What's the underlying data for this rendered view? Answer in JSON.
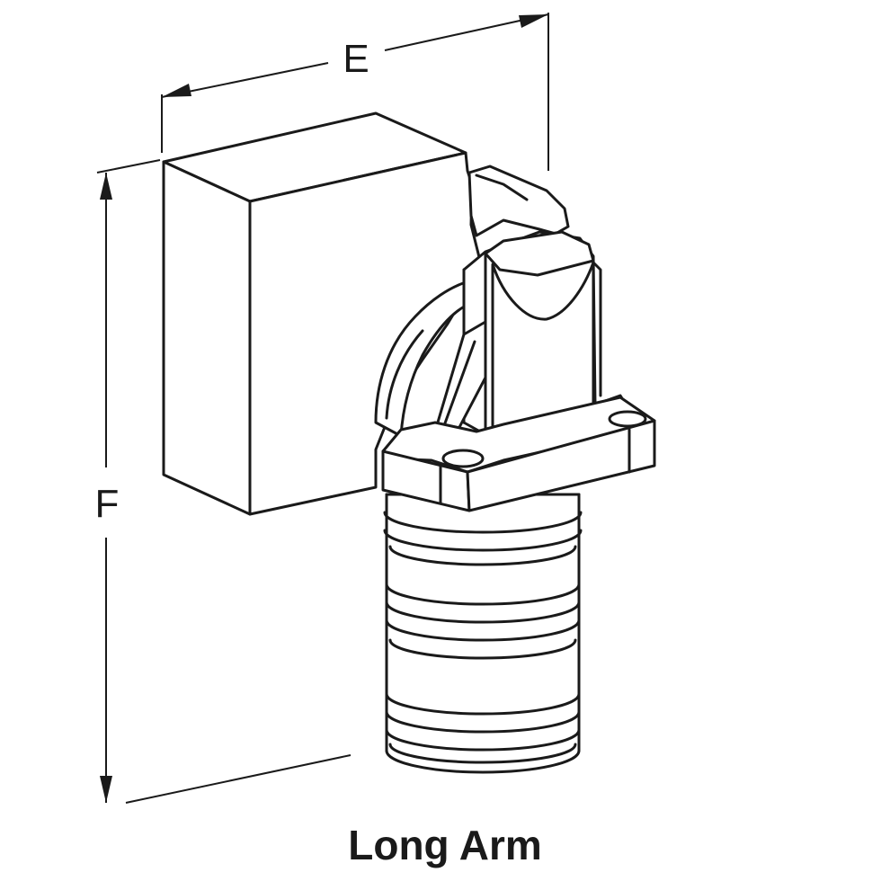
{
  "dimensions": {
    "width_label": "E",
    "height_label": "F"
  },
  "caption": "Long Arm"
}
